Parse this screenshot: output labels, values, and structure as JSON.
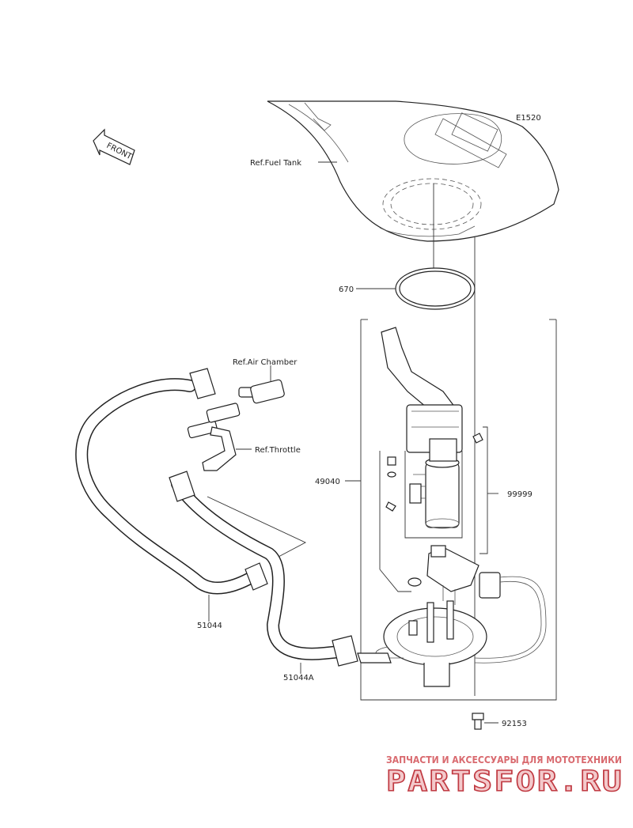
{
  "diagram": {
    "code": "E1520",
    "front_label": "FRONT",
    "callouts": [
      {
        "id": "ref-fuel-tank",
        "text": "Ref.Fuel Tank"
      },
      {
        "id": "gasket-670",
        "text": "670"
      },
      {
        "id": "ref-air-chamber",
        "text": "Ref.Air Chamber"
      },
      {
        "id": "ref-throttle",
        "text": "Ref.Throttle"
      },
      {
        "id": "pump-49040",
        "text": "49040"
      },
      {
        "id": "kit-99999",
        "text": "99999"
      },
      {
        "id": "hose-51044",
        "text": "51044"
      },
      {
        "id": "hose-51044a",
        "text": "51044A"
      },
      {
        "id": "bolt-92153",
        "text": "92153"
      }
    ]
  },
  "watermark": {
    "subtitle": "ЗАПЧАСТИ И АКСЕССУАРЫ ДЛЯ МОТОТЕХНИКИ",
    "logo": "PARTSFOR.RU",
    "color": "#c03a42"
  }
}
